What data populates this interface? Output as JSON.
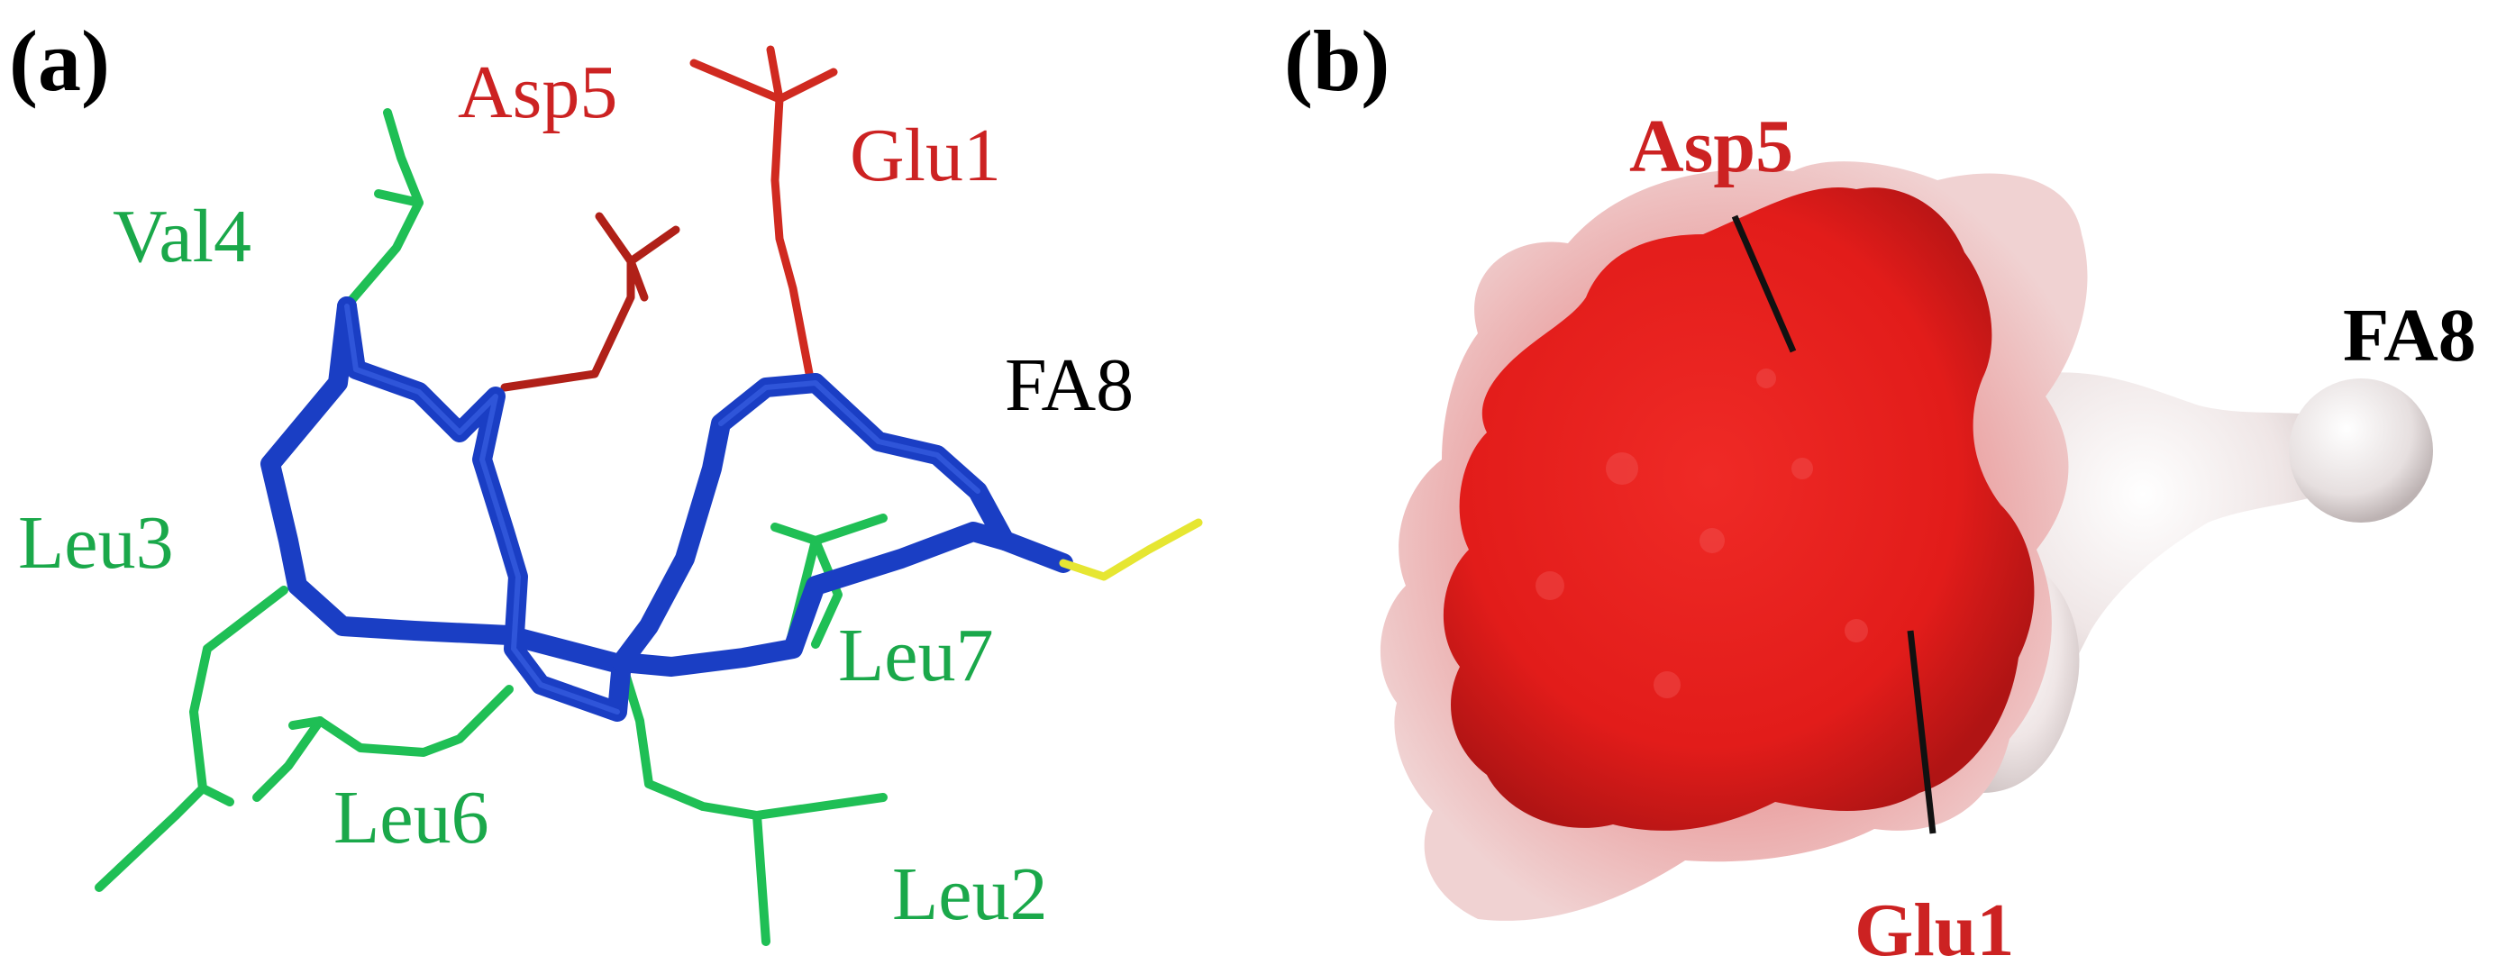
{
  "panel_a": {
    "label": "(a)",
    "residues": {
      "asp5": "Asp5",
      "glu1": "Glu1",
      "val4": "Val4",
      "fa8": "FA8",
      "leu3": "Leu3",
      "leu7": "Leu7",
      "leu6": "Leu6",
      "leu2": "Leu2"
    }
  },
  "panel_b": {
    "label": "(b)",
    "residues": {
      "asp5": "Asp5",
      "fa8": "FA8",
      "glu1": "Glu1"
    }
  },
  "colors": {
    "backbone": "#1a3ec4",
    "hydrophobic": "#1fbf55",
    "acidic": "#d42020",
    "fatty_acid": "#e6e632",
    "surface_red": "#e8201e",
    "surface_white": "#f2ecec",
    "label_red": "#cc2222",
    "label_green": "#1aa84a"
  }
}
